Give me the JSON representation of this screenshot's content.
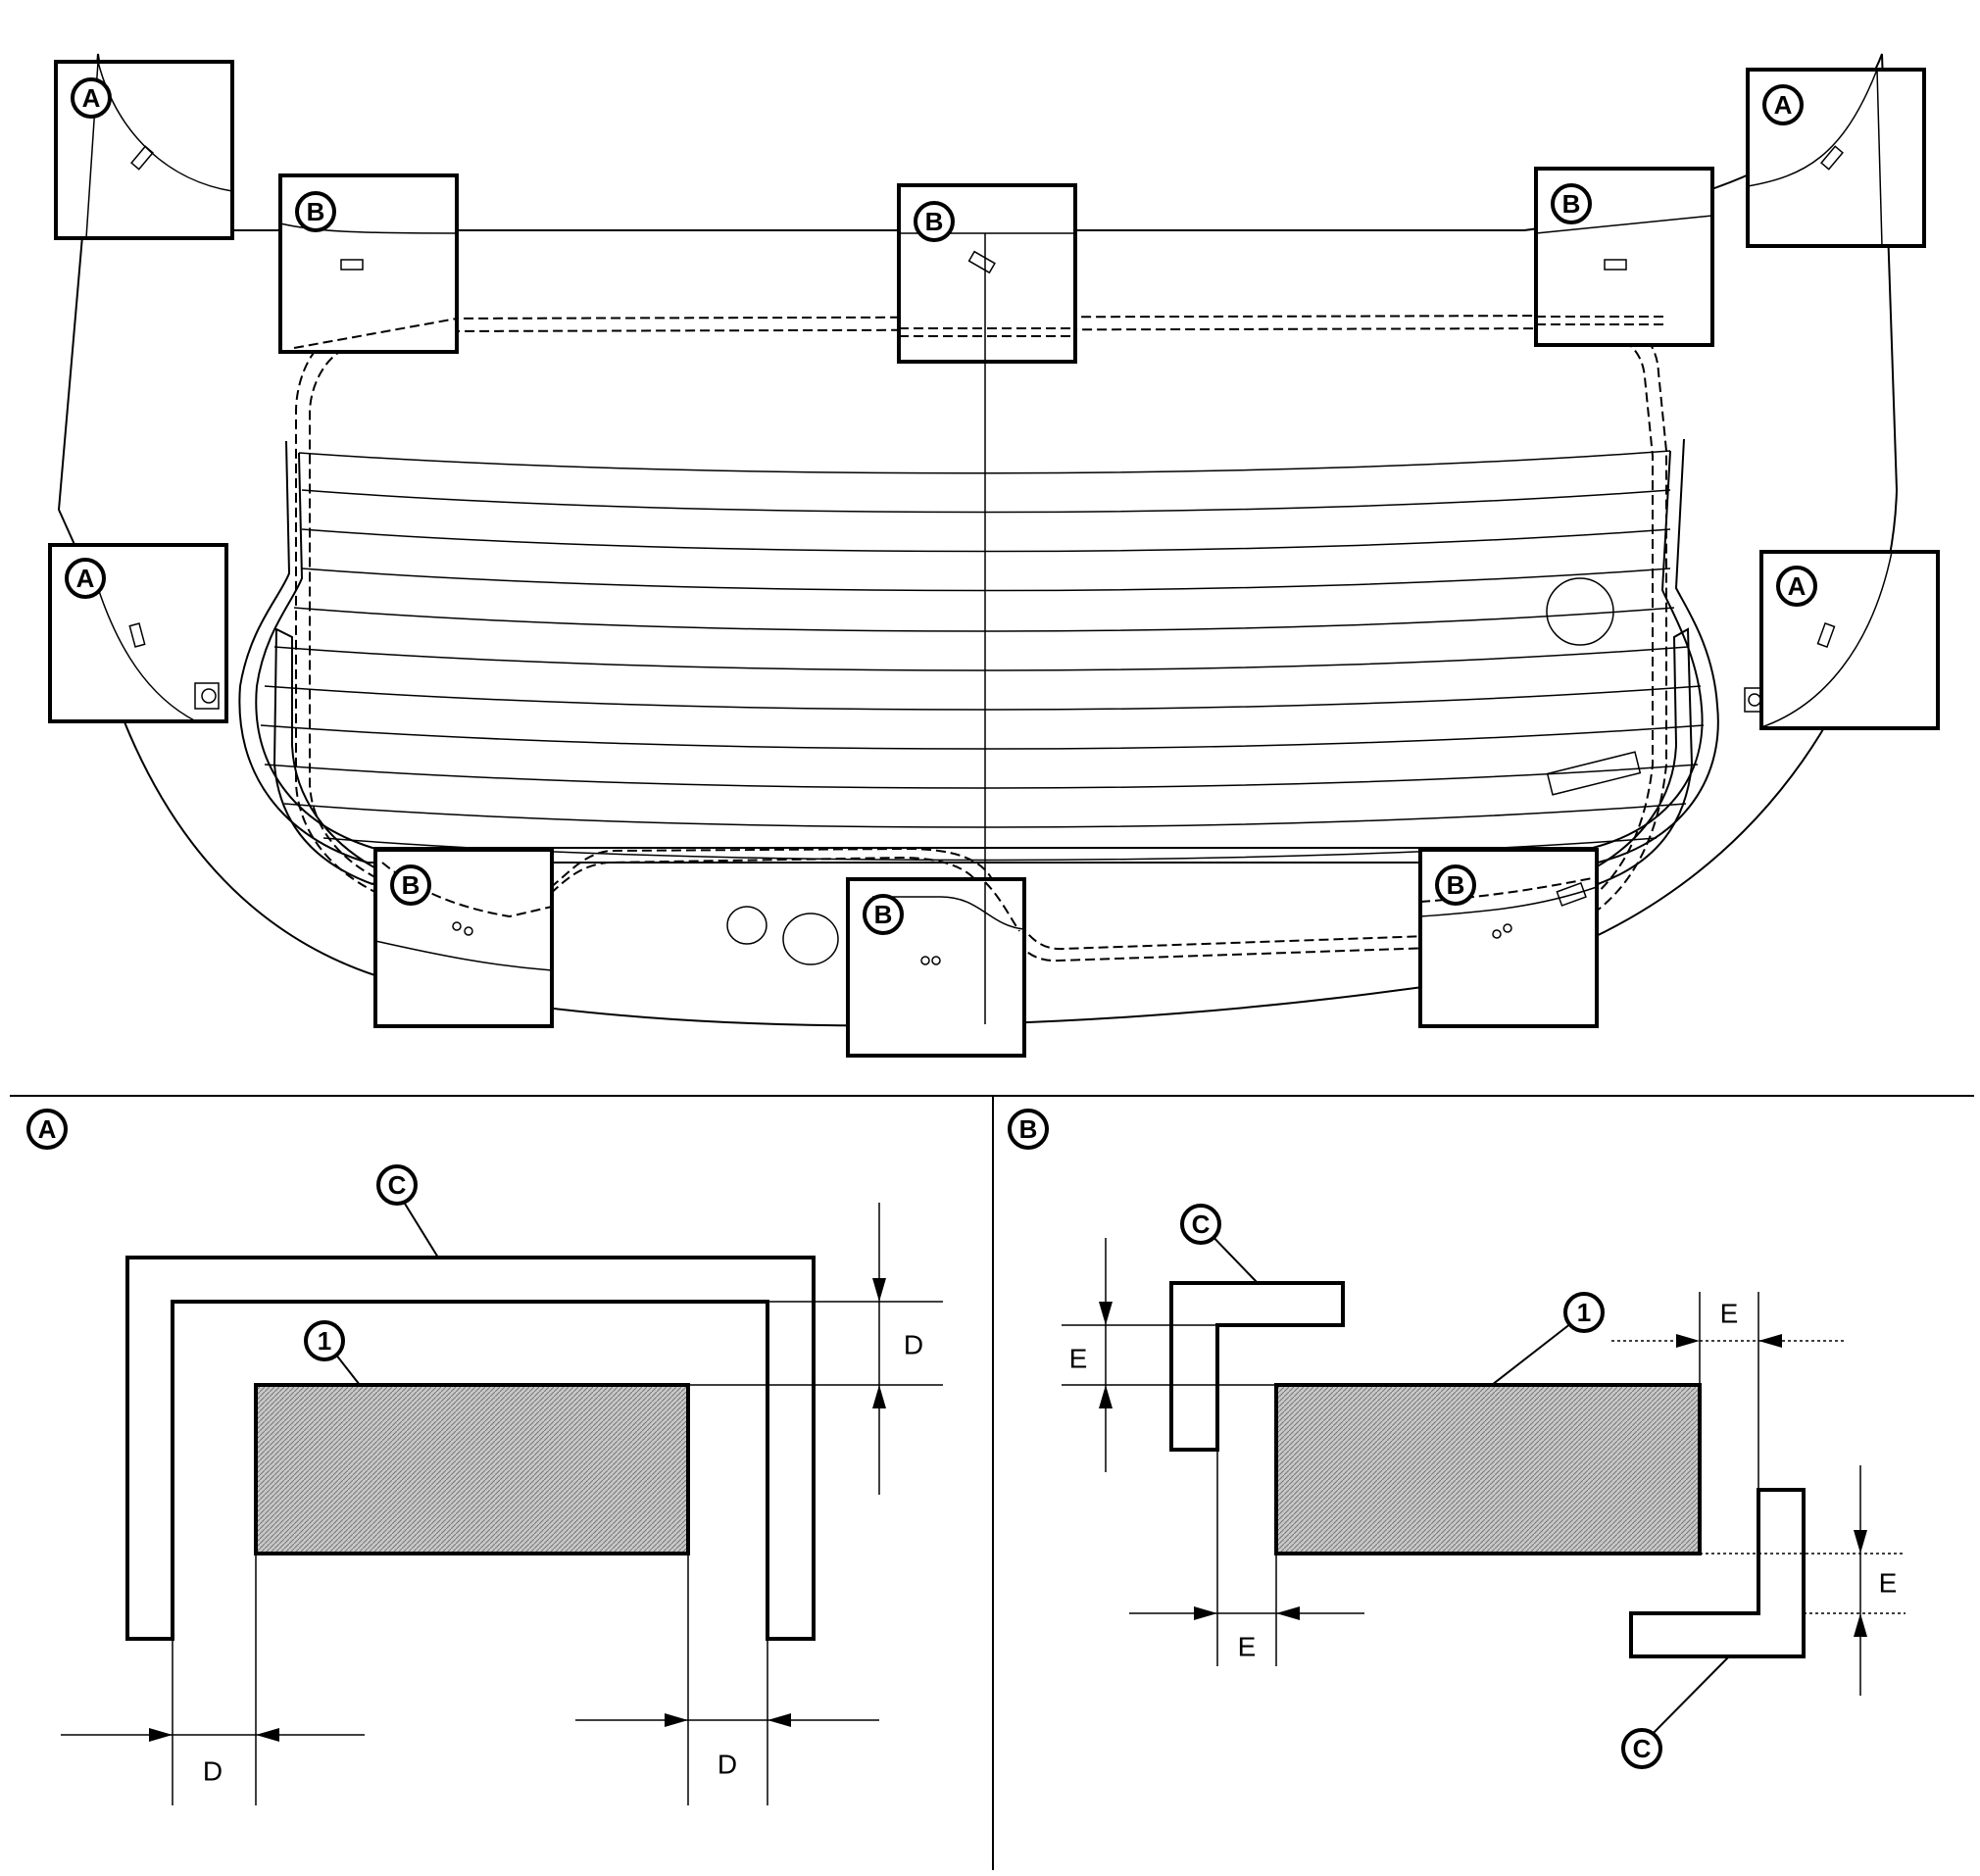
{
  "labels": {
    "a": "A",
    "b": "B",
    "c": "C",
    "part_1": "1"
  },
  "dimensions": {
    "d": "D",
    "e": "E"
  },
  "icons": {
    "callout_circle": "circle-letter-callout",
    "part_number": "circled-number"
  }
}
